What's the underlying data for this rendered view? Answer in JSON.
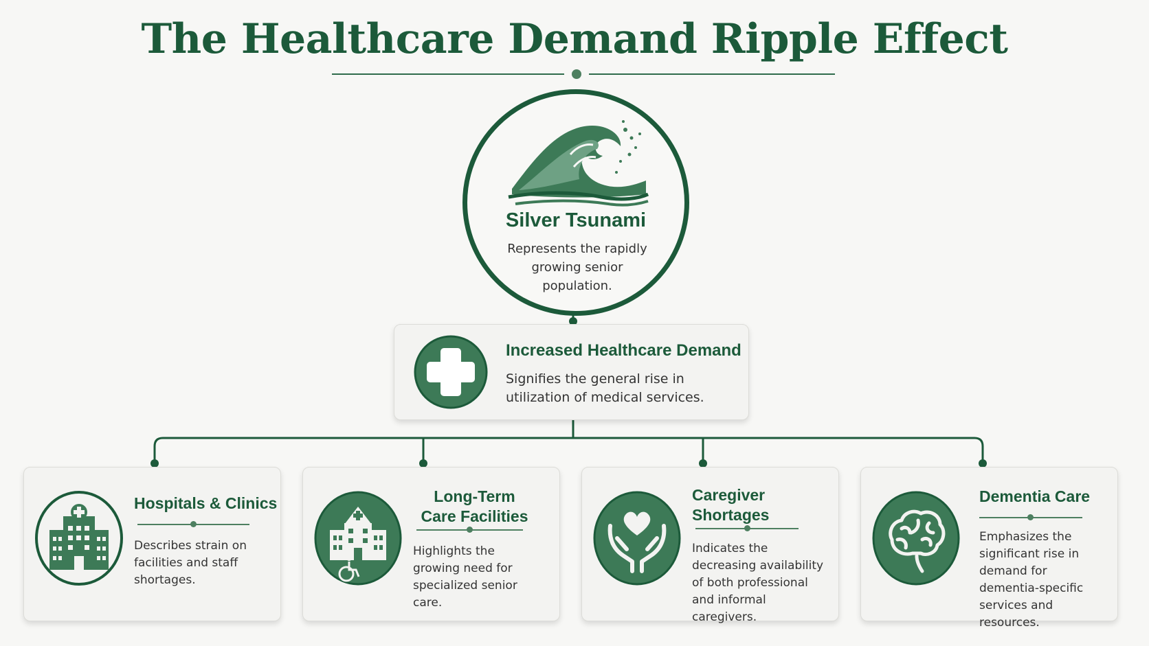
{
  "title": "The Healthcare Demand Ripple Effect",
  "colors": {
    "primary": "#1c5a3a",
    "accent": "#4d7f60",
    "background": "#f7f7f5"
  },
  "root": {
    "title": "Silver Tsunami",
    "description": "Represents the rapidly growing senior population.",
    "icon": "wave-icon"
  },
  "middle": {
    "title": "Increased Healthcare Demand",
    "description": "Signifies the general rise in utilization of medical services.",
    "icon": "medical-cross-icon"
  },
  "effects": [
    {
      "title": "Hospitals & Clinics",
      "description": "Describes strain on facilities and staff shortages.",
      "icon": "hospital-icon"
    },
    {
      "title": "Long-Term Care Facilities",
      "description": "Highlights the growing need for specialized senior care.",
      "icon": "care-facility-icon"
    },
    {
      "title": "Caregiver Shortages",
      "description": "Indicates the decreasing availability of both professional and informal caregivers.",
      "icon": "caring-hands-icon"
    },
    {
      "title": "Dementia Care",
      "description": "Emphasizes the significant rise in demand for dementia-specific services and resources.",
      "icon": "brain-icon"
    }
  ]
}
